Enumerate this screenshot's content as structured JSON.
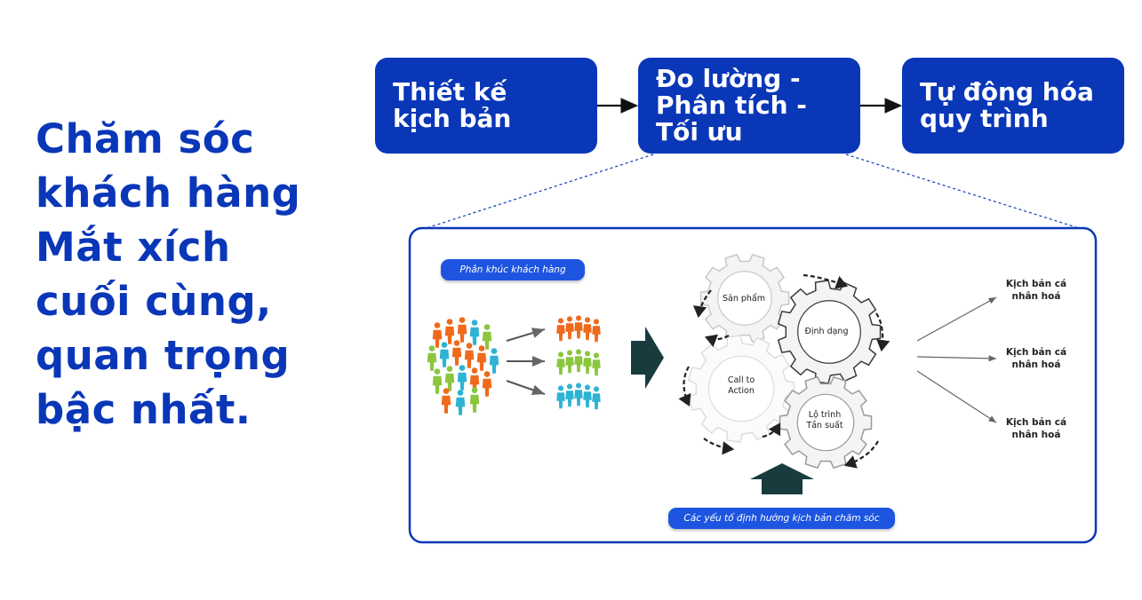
{
  "headline": [
    "Chăm sóc",
    "khách hàng",
    "Mắt xích",
    "cuối cùng,",
    "quan trọng",
    "bậc nhất."
  ],
  "steps": [
    {
      "lines": [
        "Thiết kế",
        "kịch bản"
      ]
    },
    {
      "lines": [
        "Đo lường -",
        "Phân tích -",
        "Tối ưu"
      ]
    },
    {
      "lines": [
        "Tự động hóa",
        "quy trình"
      ]
    }
  ],
  "detail": {
    "segment_label": "Phân khúc khách hàng",
    "factor_label": "Các yếu tố định hướng kịch bản chăm sóc",
    "gears": [
      {
        "lines": [
          "Sản phẩm"
        ]
      },
      {
        "lines": [
          "Định dạng"
        ]
      },
      {
        "lines": [
          "Call to",
          "Action"
        ]
      },
      {
        "lines": [
          "Lộ trình",
          "Tần suất"
        ]
      }
    ],
    "results": [
      {
        "lines": [
          "Kịch bản cá",
          "nhân hoá"
        ]
      },
      {
        "lines": [
          "Kịch bản cá",
          "nhân hoá"
        ]
      },
      {
        "lines": [
          "Kịch bản cá",
          "nhân hoá"
        ]
      }
    ]
  },
  "colors": {
    "brand_blue": "#0a37b8",
    "pill_blue": "#1d55e0",
    "dark_arrow": "#183c3e",
    "orange": "#ef6a1c",
    "green": "#8cc63f",
    "teal": "#2fb3d4"
  }
}
